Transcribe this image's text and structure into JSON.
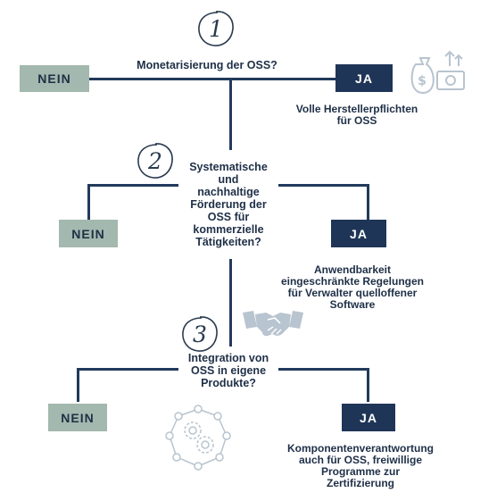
{
  "colors": {
    "line": "#223a5c",
    "nein_box": "#a3b8ae",
    "ja_box": "#1f3557",
    "text": "#1e2f47",
    "icon": "#b8c4cf"
  },
  "steps": [
    {
      "number": "1",
      "question": "Monetarisierung der OSS?",
      "no_label": "NEIN",
      "yes_label": "JA",
      "yes_outcome": [
        "Volle Herstellerpflichten",
        "für OSS"
      ],
      "icon": "money-bag-icon"
    },
    {
      "number": "2",
      "question": [
        "Systematische",
        "und",
        "nachhaltige",
        "Förderung der",
        "OSS für",
        "kommerzielle",
        "Tätigkeiten?"
      ],
      "no_label": "NEIN",
      "yes_label": "JA",
      "yes_outcome": [
        "Anwendbarkeit",
        "eingeschränkte Regelungen",
        "für Verwalter quelloffener",
        "Software"
      ],
      "icon": "handshake-icon"
    },
    {
      "number": "3",
      "question": [
        "Integration von",
        "OSS in eigene",
        "Produkte?"
      ],
      "no_label": "NEIN",
      "yes_label": "JA",
      "yes_outcome": [
        "Komponentenverantwortung",
        "auch für OSS, freiwillige",
        "Programme zur",
        "Zertifizierung"
      ],
      "icon": "gear-network-icon"
    }
  ]
}
